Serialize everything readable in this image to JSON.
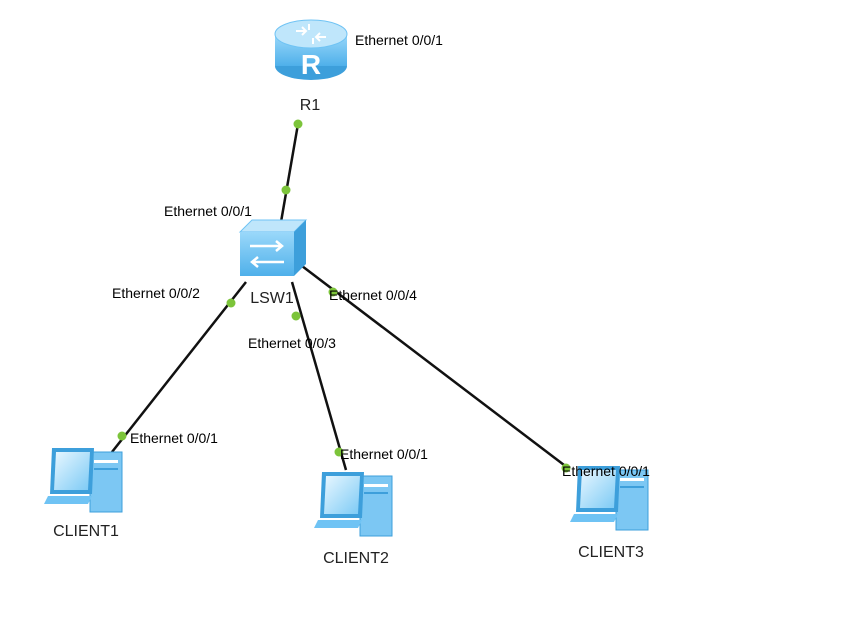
{
  "colors": {
    "link": "#111111",
    "port_dot": "#7cc43a",
    "device_blue": "#6fc3f4",
    "device_blue_dark": "#3d9fdb",
    "device_blue_light": "#bfe6fb"
  },
  "devices": {
    "router": {
      "name": "R1",
      "icon": "router-icon",
      "icon_letter": "R"
    },
    "switch": {
      "name": "LSW1",
      "icon": "switch-icon"
    },
    "client1": {
      "name": "CLIENT1",
      "icon": "pc-icon"
    },
    "client2": {
      "name": "CLIENT2",
      "icon": "pc-icon"
    },
    "client3": {
      "name": "CLIENT3",
      "icon": "pc-icon"
    }
  },
  "ports": {
    "r1_eth001": "Ethernet 0/0/1",
    "lsw1_eth001": "Ethernet 0/0/1",
    "lsw1_eth002": "Ethernet 0/0/2",
    "lsw1_eth003": "Ethernet 0/0/3",
    "lsw1_eth004": "Ethernet 0/0/4",
    "client1_eth001": "Ethernet 0/0/1",
    "client2_eth001": "Ethernet 0/0/1",
    "client3_eth001": "Ethernet 0/0/1"
  }
}
